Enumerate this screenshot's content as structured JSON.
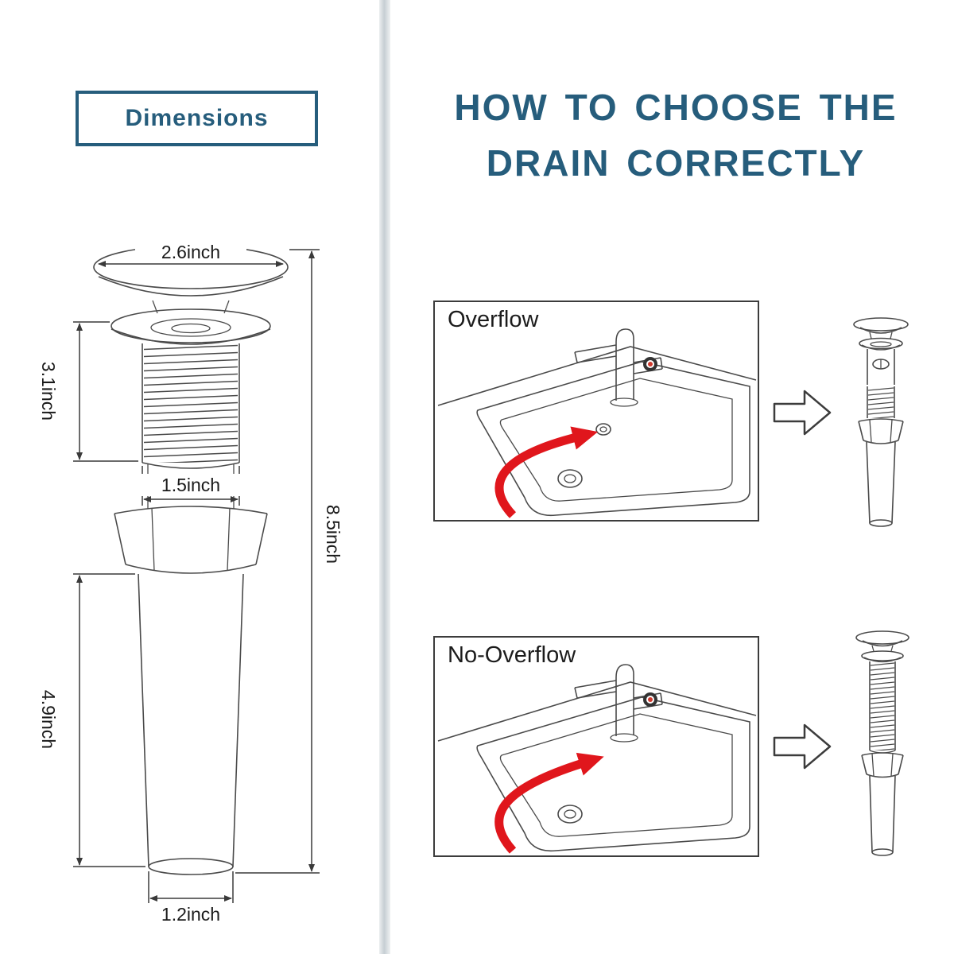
{
  "colors": {
    "accent": "#265d7c",
    "line": "#4a4a4a",
    "red_arrow": "#e0161c",
    "divider": "#c6ced3"
  },
  "dimensions_panel": {
    "title": "Dimensions",
    "labels": {
      "cap_width": "2.6inch",
      "thread_height": "3.1inch",
      "thread_width": "1.5inch",
      "overall_height": "8.5inch",
      "tail_height": "4.9inch",
      "tail_width": "1.2inch"
    }
  },
  "guide_panel": {
    "title_line1": "HOW TO CHOOSE THE",
    "title_line2": "DRAIN CORRECTLY",
    "options": [
      {
        "label": "Overflow"
      },
      {
        "label": "No-Overflow"
      }
    ]
  }
}
